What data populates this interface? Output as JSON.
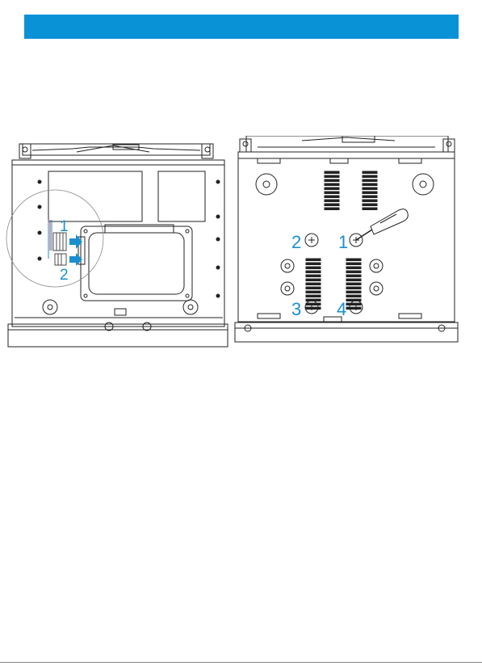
{
  "header": {
    "color": "#0a92d6"
  },
  "left_diagram": {
    "callouts": [
      "1",
      "2"
    ],
    "accent_color": "#1a8fd0"
  },
  "right_diagram": {
    "screw_labels": [
      "1",
      "2",
      "3",
      "4"
    ],
    "tool_icon": "screwdriver-icon"
  }
}
